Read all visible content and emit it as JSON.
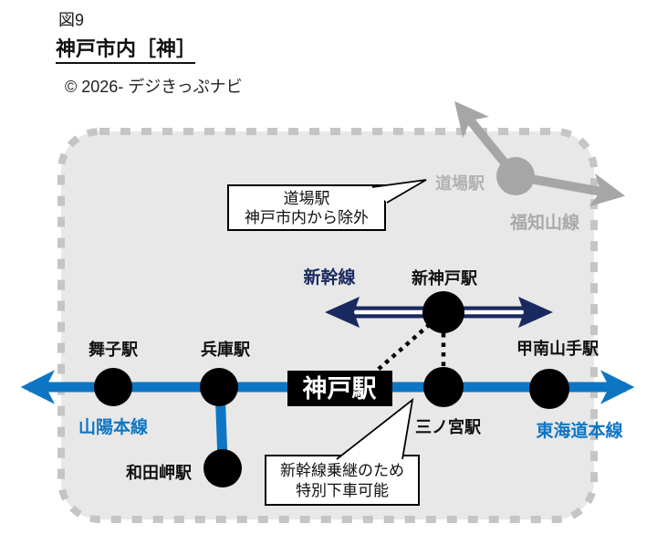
{
  "header": {
    "figure_label": "図9",
    "title": "神戸市内［神］",
    "copyright": "© 2026- デジきっぷナビ"
  },
  "diagram": {
    "stations": {
      "dojo": {
        "label": "道場駅",
        "status": "excluded"
      },
      "shin_kobe": {
        "label": "新神戸駅"
      },
      "maiko": {
        "label": "舞子駅"
      },
      "hyogo": {
        "label": "兵庫駅"
      },
      "kobe": {
        "label": "神戸駅",
        "style": "boxed-central-station"
      },
      "sannomiya": {
        "label": "三ノ宮駅"
      },
      "konan_yamate": {
        "label": "甲南山手駅"
      },
      "wadamisaki": {
        "label": "和田岬駅"
      }
    },
    "lines": {
      "shinkansen": {
        "label": "新幹線",
        "color": "#1a2a60"
      },
      "sanyo_main": {
        "label": "山陽本線",
        "color": "#0d76c4"
      },
      "tokaido_main": {
        "label": "東海道本線",
        "color": "#0d76c4"
      },
      "fukuchiyama": {
        "label": "福知山線",
        "color": "#a6a6a6"
      }
    },
    "callouts": {
      "dojo_exclusion": {
        "line1": "道場駅",
        "line2": "神戸市内から除外"
      },
      "special_alight": {
        "line1": "新幹線乗継のため",
        "line2": "特別下車可能"
      }
    },
    "colors": {
      "zone_fill": "#e8e8e8",
      "zone_border": "#c5c5c5",
      "main_line_blue": "#0d76c4",
      "shinkansen_navy": "#1a2a60",
      "excluded_gray": "#a6a6a6",
      "station_dot": "#000000"
    }
  }
}
